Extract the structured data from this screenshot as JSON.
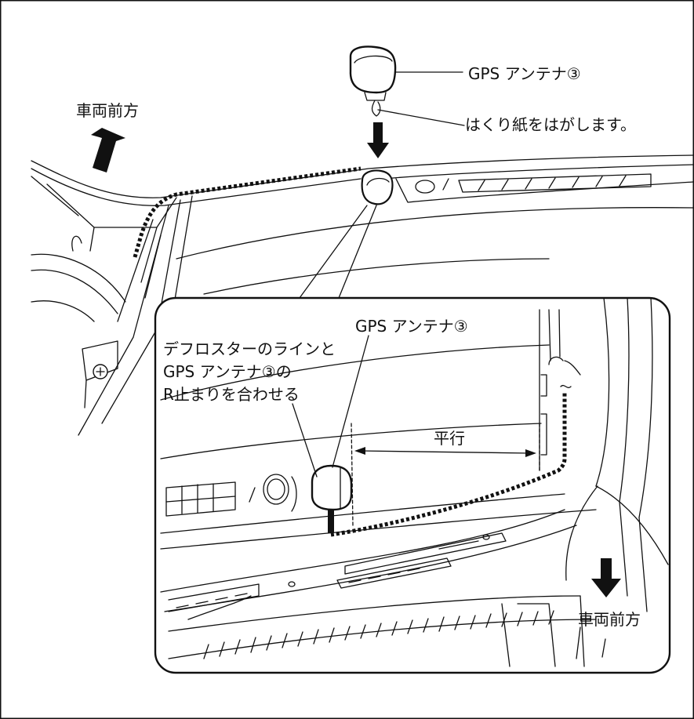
{
  "labels": {
    "gps_antenna_top": "GPS アンテナ③",
    "release_paper": "はくり紙をはがします。",
    "vehicle_front_top": "車両前方",
    "gps_antenna_inset": "GPS アンテナ③",
    "align_line1": "デフロスターのラインと",
    "align_line2": "GPS アンテナ③の",
    "align_line3": "R止まりを合わせる",
    "parallel": "平行",
    "vehicle_front_inset": "車両前方"
  },
  "colors": {
    "ink": "#111111",
    "background": "#ffffff"
  },
  "icons": [
    "arrow-up-icon",
    "arrow-down-icon",
    "screw-icon"
  ]
}
